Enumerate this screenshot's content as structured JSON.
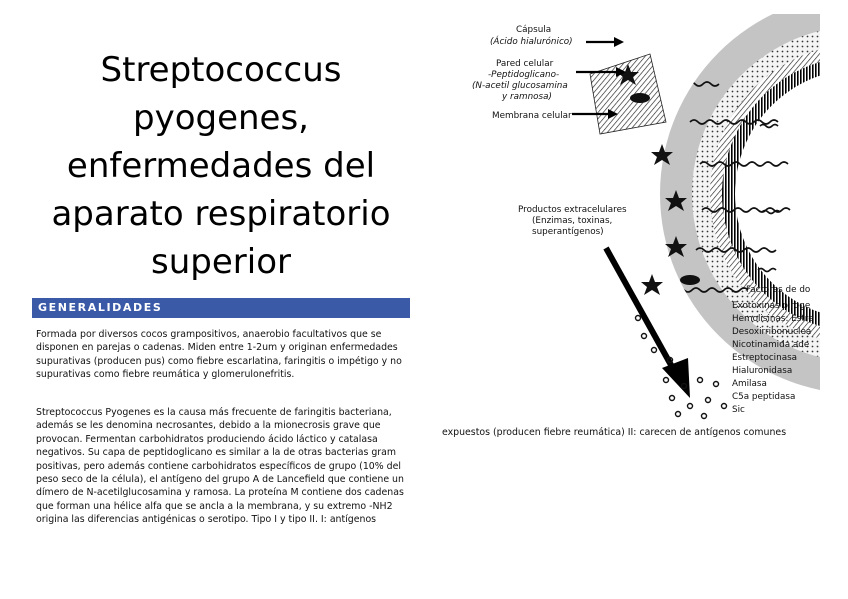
{
  "title": "Streptococcus pyogenes, enfermedades del aparato respiratorio superior",
  "section": {
    "heading": "GENERALIDADES"
  },
  "paragraphs": [
    "Formada por diversos cocos grampositivos, anaerobio facultativos que se disponen en parejas o cadenas. Miden entre 1-2um y originan enfermedades supurativas (producen pus) como fiebre escarlatina, faringitis o impétigo y no supurativas como fiebre reumática y glomerulonefritis.",
    "Streptococcus Pyogenes es la causa más frecuente de faringitis bacteriana, además se les denomina necrosantes, debido a la mionecrosis grave que provocan. Fermentan carbohidratos produciendo ácido láctico y catalasa negativos. Su capa de peptidoglicano es similar a la de otras bacterias gram positivas, pero además contiene carbohidratos específicos de grupo (10% del peso seco de la célula), el antígeno del grupo A de Lancefield que contiene un dímero de N-acetilglucosamina y ramosa.  La proteína M contiene dos cadenas que forman una hélice alfa que se ancla a la membrana, y su extremo -NH2 origina las diferencias antigénicas o serotipo. Tipo I y tipo II. I:  antígenos"
  ],
  "continuation": "expuestos (producen fiebre reumática) II:  carecen de antígenos comunes",
  "figure": {
    "capsule_label": [
      "Cápsula",
      "(Ácido hialurónico)"
    ],
    "wall_label": [
      "Pared celular",
      "-Peptidoglicano-",
      "(N-acetil glucosamina",
      "y ramnosa)"
    ],
    "membrane_label": "Membrana celular",
    "products_label": [
      "Productos extracelulares",
      "(Enzimas, toxinas,",
      "superantígenos)"
    ],
    "factors_title": "Factores de do",
    "factors": [
      "Exotoxinas piroge",
      "Hemolisinas: Estre",
      "Desoxirribonuclea",
      "Nicotinamida ade",
      "Estreptocinasa",
      "Hialuronidasa",
      "Amilasa",
      "C5a peptidasa",
      "Sic"
    ]
  }
}
